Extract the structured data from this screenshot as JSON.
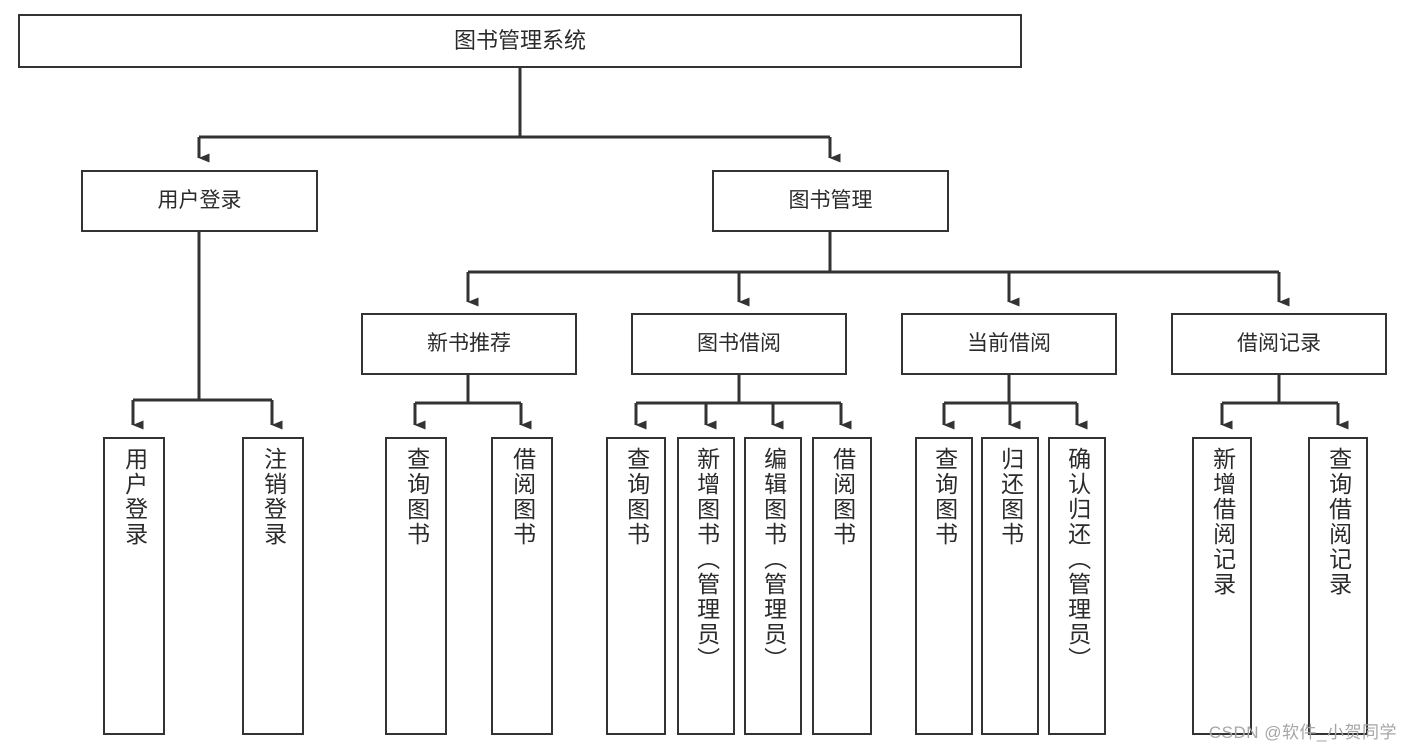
{
  "diagram": {
    "title": "图书管理系统",
    "type": "tree-hierarchy-chart",
    "watermark": "CSDN @软件_小贺同学",
    "colors": {
      "box_border": "#333333",
      "box_fill": "#ffffff",
      "connector": "#333333",
      "text": "#2b2b2b",
      "watermark": "#a6a6a6",
      "background": "#ffffff"
    },
    "levels": {
      "root": {
        "label": "图书管理系统"
      },
      "level2": [
        {
          "label": "用户登录"
        },
        {
          "label": "图书管理"
        }
      ],
      "level3": [
        {
          "label": "新书推荐"
        },
        {
          "label": "图书借阅"
        },
        {
          "label": "当前借阅"
        },
        {
          "label": "借阅记录"
        }
      ],
      "leaves": {
        "user_login": [
          {
            "label": "用户登录"
          },
          {
            "label": "注销登录"
          }
        ],
        "new_book_recommend": [
          {
            "label": "查询图书"
          },
          {
            "label": "借阅图书"
          }
        ],
        "book_borrow": [
          {
            "label": "查询图书"
          },
          {
            "label": "新增图书（管理员）"
          },
          {
            "label": "编辑图书（管理员）"
          },
          {
            "label": "借阅图书"
          }
        ],
        "current_borrow": [
          {
            "label": "查询图书"
          },
          {
            "label": "归还图书"
          },
          {
            "label": "确认归还（管理员）"
          }
        ],
        "borrow_record": [
          {
            "label": "新增借阅记录"
          },
          {
            "label": "查询借阅记录"
          }
        ]
      }
    }
  }
}
